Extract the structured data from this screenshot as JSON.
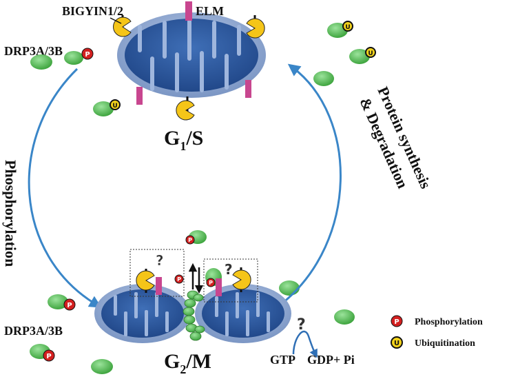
{
  "labels": {
    "bigyin": "BIGYIN1/2",
    "elm": "ELM",
    "drp_top": "DRP3A/3B",
    "drp_bottom": "DRP3A/3B",
    "g1s_main": "G",
    "g1s_sub": "1",
    "g1s_tail": "/S",
    "g2m_main": "G",
    "g2m_sub": "2",
    "g2m_tail": "/M",
    "phosphorylation_arrow": "Phosphorylation",
    "protein_line1": "Protein synthesis",
    "protein_line2": "& Degradation",
    "gtp": "GTP",
    "gdp": "GDP+ Pi",
    "question": "?"
  },
  "legend": [
    {
      "symbol": "P",
      "label": "Phosphorylation",
      "color": "#d32020"
    },
    {
      "symbol": "U",
      "label": "Ubiquitination",
      "color": "#f2d21b"
    }
  ],
  "colors": {
    "mito_outer": "#8da6cf",
    "mito_inner": "#2d5aa0",
    "arrow": "#3a86c8",
    "elm": "#c8468f",
    "bigyin": "#f5c518",
    "drp": "#5cbf5c",
    "phospho": "#d32020",
    "ubiq": "#f2d21b"
  }
}
